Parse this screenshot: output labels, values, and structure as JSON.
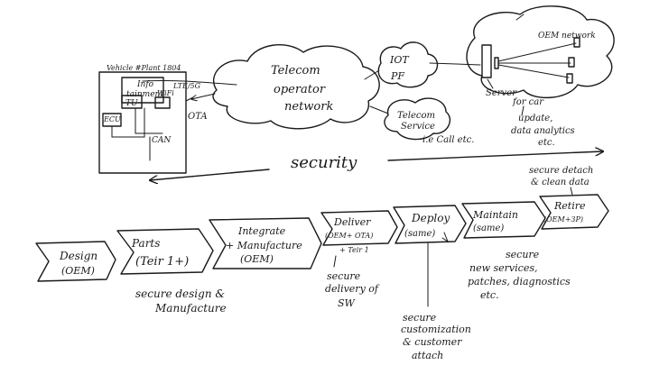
{
  "vehicle": {
    "model_label": "Vehicle #Plant 1804",
    "infotainment_line1": "Info",
    "infotainment_line2": "tainment",
    "tu_label": "TU",
    "wifi_label": "WiFi",
    "ecu_label": "ECU",
    "can_label": "CAN",
    "link_label": "LTE/5G",
    "ota_label": "OTA"
  },
  "network": {
    "telecom_line1": "Telecom",
    "telecom_line2": "operator",
    "telecom_line3": "network",
    "iot_line1": "IOT",
    "iot_line2": "PF",
    "service_line1": "Telecom",
    "service_line2": "Service",
    "service_note": "i.e Call etc.",
    "oem_label": "OEM network",
    "server_line1": "Server",
    "server_line2": "for car",
    "update_line1": "update,",
    "update_line2": "data analytics",
    "update_line3": "etc."
  },
  "security_label": "security",
  "stages": [
    {
      "line1": "Design",
      "line2": "(OEM)"
    },
    {
      "line1": "Parts",
      "line2": "(Teir 1+)"
    },
    {
      "line1": "Integrate",
      "line2": "+ Manufacture",
      "line3": "(OEM)"
    },
    {
      "line1": "Deliver",
      "line2": "(OEM+ OTA)",
      "line3": "+ Teir 1"
    },
    {
      "line1": "Deploy",
      "line2": "(same)"
    },
    {
      "line1": "Maintain",
      "line2": "(same)"
    },
    {
      "line1": "Retire",
      "line2": "(OEM+3P)"
    }
  ],
  "notes": {
    "design_line1": "secure design &",
    "design_line2": "Manufacture",
    "deliver_line1": "secure",
    "deliver_line2": "delivery of",
    "deliver_line3": "SW",
    "deploy_line1": "secure",
    "deploy_line2": "customization",
    "deploy_line3": "& customer",
    "deploy_line4": "attach",
    "maintain_line1": "secure",
    "maintain_line2": "new services,",
    "maintain_line3": "patches, diagnostics",
    "maintain_line4": "etc.",
    "retire_line1": "secure detach",
    "retire_line2": "& clean data"
  }
}
